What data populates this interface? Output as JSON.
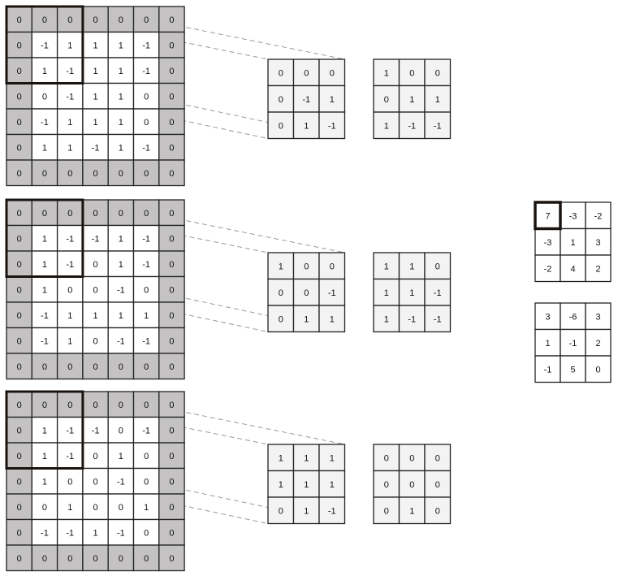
{
  "inputs": [
    [
      [
        "0",
        "0",
        "0",
        "0",
        "0",
        "0",
        "0"
      ],
      [
        "0",
        "-1",
        "1",
        "1",
        "1",
        "-1",
        "0"
      ],
      [
        "0",
        "1",
        "-1",
        "1",
        "1",
        "-1",
        "0"
      ],
      [
        "0",
        "0",
        "-1",
        "1",
        "1",
        "0",
        "0"
      ],
      [
        "0",
        "-1",
        "1",
        "1",
        "1",
        "0",
        "0"
      ],
      [
        "0",
        "1",
        "1",
        "-1",
        "1",
        "-1",
        "0"
      ],
      [
        "0",
        "0",
        "0",
        "0",
        "0",
        "0",
        "0"
      ]
    ],
    [
      [
        "0",
        "0",
        "0",
        "0",
        "0",
        "0",
        "0"
      ],
      [
        "0",
        "1",
        "-1",
        "-1",
        "1",
        "-1",
        "0"
      ],
      [
        "0",
        "1",
        "-1",
        "0",
        "1",
        "-1",
        "0"
      ],
      [
        "0",
        "1",
        "0",
        "0",
        "-1",
        "0",
        "0"
      ],
      [
        "0",
        "-1",
        "1",
        "1",
        "1",
        "1",
        "0"
      ],
      [
        "0",
        "-1",
        "1",
        "0",
        "-1",
        "-1",
        "0"
      ],
      [
        "0",
        "0",
        "0",
        "0",
        "0",
        "0",
        "0"
      ]
    ],
    [
      [
        "0",
        "0",
        "0",
        "0",
        "0",
        "0",
        "0"
      ],
      [
        "0",
        "1",
        "-1",
        "-1",
        "0",
        "-1",
        "0"
      ],
      [
        "0",
        "1",
        "-1",
        "0",
        "1",
        "0",
        "0"
      ],
      [
        "0",
        "1",
        "0",
        "0",
        "-1",
        "0",
        "0"
      ],
      [
        "0",
        "0",
        "1",
        "0",
        "0",
        "1",
        "0"
      ],
      [
        "0",
        "-1",
        "-1",
        "1",
        "-1",
        "0",
        "0"
      ],
      [
        "0",
        "0",
        "0",
        "0",
        "0",
        "0",
        "0"
      ]
    ]
  ],
  "patches": [
    [
      [
        "0",
        "0",
        "0"
      ],
      [
        "0",
        "-1",
        "1"
      ],
      [
        "0",
        "1",
        "-1"
      ]
    ],
    [
      [
        "1",
        "0",
        "0"
      ],
      [
        "0",
        "0",
        "-1"
      ],
      [
        "0",
        "1",
        "1"
      ]
    ],
    [
      [
        "1",
        "1",
        "1"
      ],
      [
        "1",
        "1",
        "1"
      ],
      [
        "0",
        "1",
        "-1"
      ]
    ]
  ],
  "kernels": [
    [
      [
        "1",
        "0",
        "0"
      ],
      [
        "0",
        "1",
        "1"
      ],
      [
        "1",
        "-1",
        "-1"
      ]
    ],
    [
      [
        "1",
        "1",
        "0"
      ],
      [
        "1",
        "1",
        "-1"
      ],
      [
        "1",
        "-1",
        "-1"
      ]
    ],
    [
      [
        "0",
        "0",
        "0"
      ],
      [
        "0",
        "0",
        "0"
      ],
      [
        "0",
        "1",
        "0"
      ]
    ]
  ],
  "outputs": [
    [
      [
        "7",
        "-3",
        "-2"
      ],
      [
        "-3",
        "1",
        "3"
      ],
      [
        "-2",
        "4",
        "2"
      ]
    ],
    [
      [
        "3",
        "-6",
        "3"
      ],
      [
        "1",
        "-1",
        "2"
      ],
      [
        "-1",
        "5",
        "0"
      ]
    ]
  ],
  "colors": {
    "padding_fill": "#c4c2c3",
    "cell_fill": "#ffffff",
    "small_grid_fill": "#f3f3f3",
    "grid_stroke": "#222222",
    "highlight_stroke": "#1a1410",
    "dash_stroke": "#9a9a9a"
  }
}
